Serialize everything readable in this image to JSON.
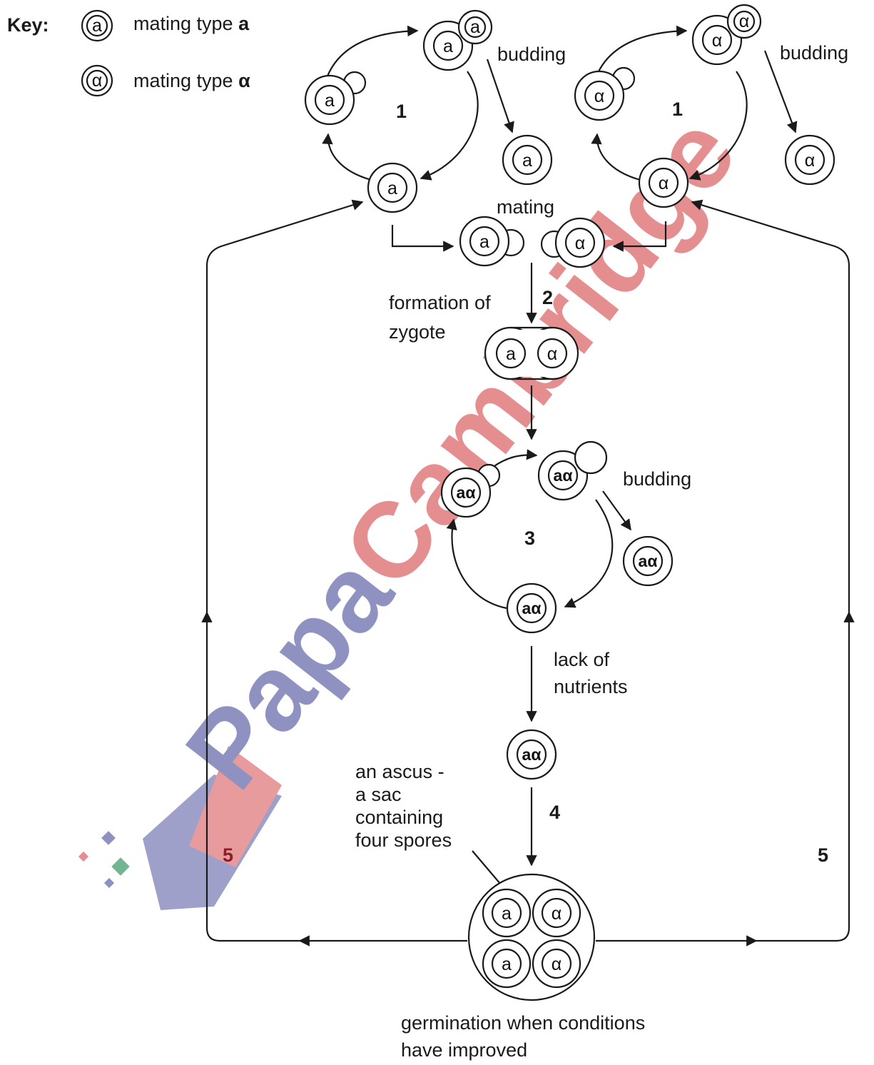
{
  "key": {
    "title": "Key:",
    "item_a": "mating type",
    "item_a_bold": "a",
    "item_alpha": "mating type",
    "item_alpha_bold": "α"
  },
  "cells": {
    "a": "a",
    "alpha": "α",
    "diploid": "aα"
  },
  "labels": {
    "budding_left": "budding",
    "budding_right": "budding",
    "budding_diploid": "budding",
    "mating": "mating",
    "formation_line1": "formation of",
    "formation_line2": "zygote",
    "lack_line1": "lack of",
    "lack_line2": "nutrients",
    "ascus_line1": "an ascus -",
    "ascus_line2": "a sac",
    "ascus_line3": "containing",
    "ascus_line4": "four spores",
    "germination_line1": "germination when conditions",
    "germination_line2": "have improved"
  },
  "steps": {
    "s1_left": "1",
    "s1_right": "1",
    "s2": "2",
    "s3": "3",
    "s4": "4",
    "s5_left": "5",
    "s5_right": "5"
  },
  "watermark": {
    "text_a": "Papa",
    "text_b": "Cambridge",
    "color_a": "#7b7fb5",
    "color_b": "#e07a7d"
  }
}
